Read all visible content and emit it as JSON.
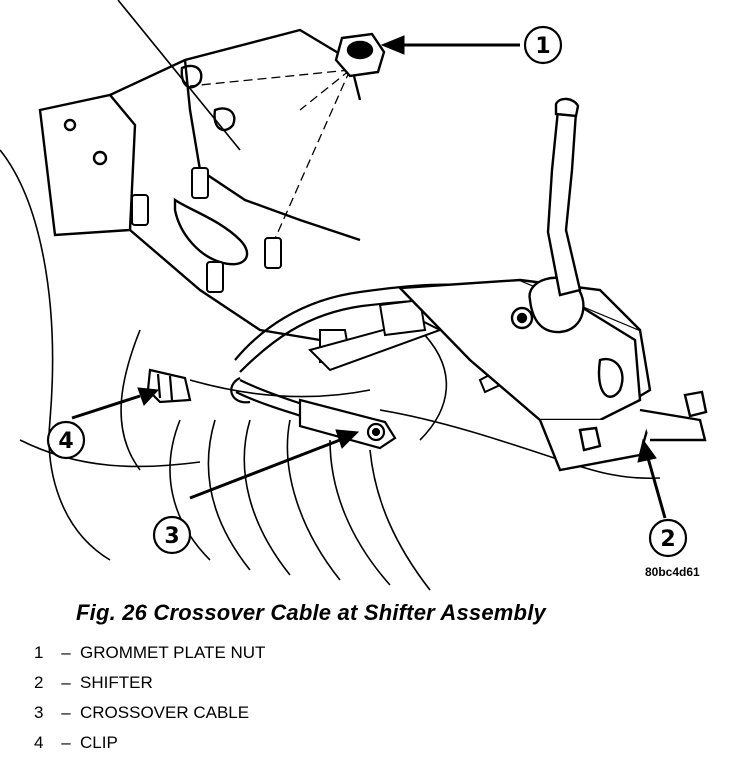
{
  "diagram": {
    "callouts": [
      {
        "id": "1",
        "label": "1"
      },
      {
        "id": "2",
        "label": "2"
      },
      {
        "id": "3",
        "label": "3"
      },
      {
        "id": "4",
        "label": "4"
      }
    ],
    "image_code": "80bc4d61"
  },
  "caption": "Fig. 26 Crossover Cable at Shifter Assembly",
  "legend": [
    {
      "num": "1",
      "sep": "–",
      "label": "GROMMET PLATE NUT"
    },
    {
      "num": "2",
      "sep": "–",
      "label": "SHIFTER"
    },
    {
      "num": "3",
      "sep": "–",
      "label": "CROSSOVER CABLE"
    },
    {
      "num": "4",
      "sep": "–",
      "label": "CLIP"
    }
  ]
}
